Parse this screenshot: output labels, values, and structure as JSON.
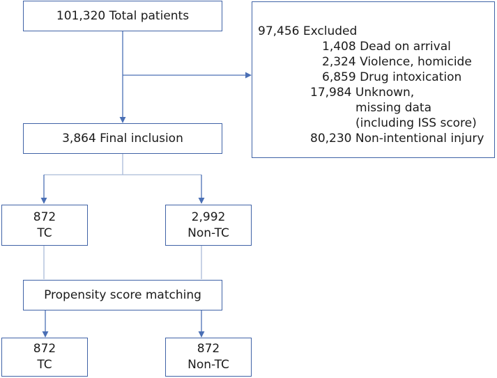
{
  "flowchart": {
    "total": "101,320 Total patients",
    "excluded": {
      "header": "97,456 Excluded",
      "lines": [
        "1,408 Dead on arrival",
        "2,324 Violence, homicide",
        "6,859 Drug intoxication",
        "17,984 Unknown,",
        "missing data",
        "(including ISS score)",
        "80,230 Non-intentional injury"
      ]
    },
    "final_inclusion": "3,864 Final inclusion",
    "tc_before": {
      "count": "872",
      "label": "TC"
    },
    "nontc_before": {
      "count": "2,992",
      "label": "Non-TC"
    },
    "psm": "Propensity score matching",
    "tc_after": {
      "count": "872",
      "label": "TC"
    },
    "nontc_after": {
      "count": "872",
      "label": "Non-TC"
    },
    "colors": {
      "border": "#3f62a6",
      "connector": "#a9bad8",
      "arrow": "#4a6fb5"
    }
  }
}
